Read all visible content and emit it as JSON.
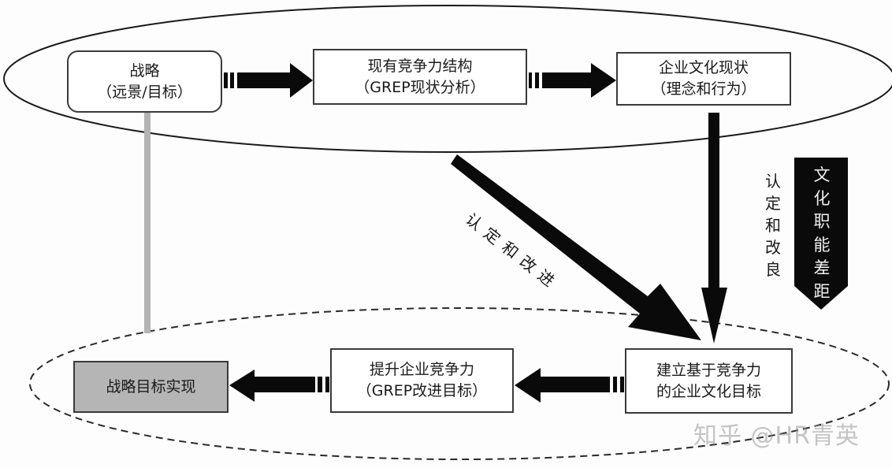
{
  "diagram": {
    "top_group": {
      "nodes": [
        {
          "id": "strategy",
          "line1": "战略",
          "line2": "（远景/目标）",
          "shape": "rounded"
        },
        {
          "id": "current-competitiveness",
          "line1": "现有竞争力结构",
          "line2": "（GREP现状分析）",
          "shape": "rect"
        },
        {
          "id": "current-culture",
          "line1": "企业文化现状",
          "line2": "（理念和行为）",
          "shape": "rect"
        }
      ]
    },
    "bottom_group": {
      "nodes": [
        {
          "id": "strategy-realized",
          "line1": "战略目标实现",
          "shape": "rect-gray"
        },
        {
          "id": "improve-competitiveness",
          "line1": "提升企业竞争力",
          "line2": "（GREP改进目标）",
          "shape": "rect"
        },
        {
          "id": "culture-goal",
          "line1": "建立基于竞争力",
          "line2": "的企业文化目标",
          "shape": "rect"
        }
      ]
    },
    "edges": [
      {
        "from": "strategy",
        "to": "current-competitiveness",
        "style": "thick-arrow"
      },
      {
        "from": "current-competitiveness",
        "to": "current-culture",
        "style": "thick-arrow"
      },
      {
        "from": "current-culture",
        "to": "culture-goal",
        "style": "thick-arrow",
        "label": "认定和改良"
      },
      {
        "from": "current-competitiveness",
        "to": "culture-goal",
        "style": "thick-arrow",
        "label": "认定和改进"
      },
      {
        "from": "culture-goal",
        "to": "improve-competitiveness",
        "style": "thick-arrow"
      },
      {
        "from": "improve-competitiveness",
        "to": "strategy-realized",
        "style": "thick-arrow"
      },
      {
        "from": "strategy",
        "to": "strategy-realized",
        "style": "gray-line"
      }
    ],
    "labels": {
      "vertical_edge_label": [
        "认",
        "定",
        "和",
        "改",
        "良"
      ],
      "diagonal_edge_label": [
        "认",
        "定",
        "和",
        "改",
        "进"
      ],
      "gap_banner": [
        "文",
        "化",
        "职",
        "能",
        "差",
        "距"
      ]
    },
    "colors": {
      "line": "#1a1a1a",
      "gray_connector": "#b3b3b3",
      "gray_box": "#b5b5b5",
      "banner": "#0a0a0a"
    }
  },
  "watermark": "知乎 @HR青英"
}
